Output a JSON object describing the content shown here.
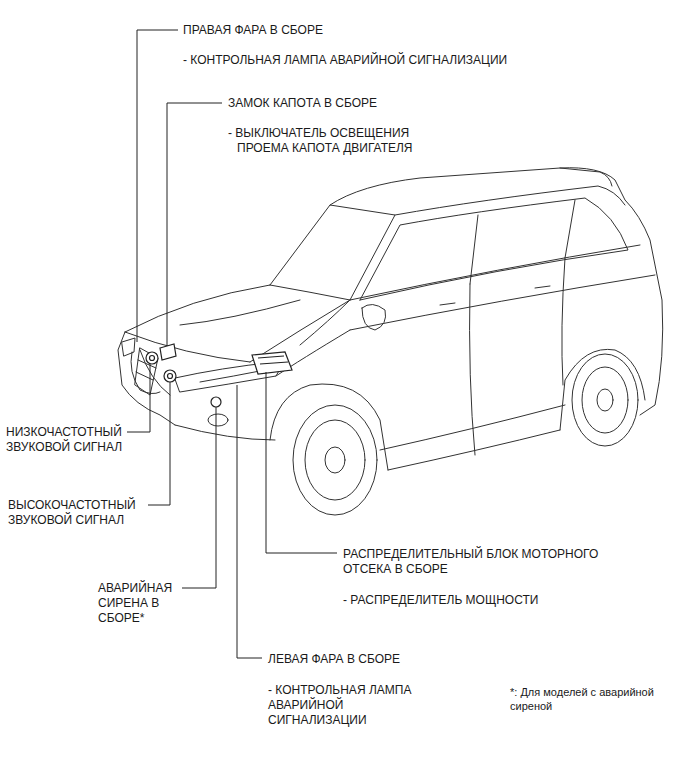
{
  "diagram": {
    "labels": [
      "ПРАВАЯ ФАРА В СБОРЕ",
      "- КОНТРОЛЬНАЯ ЛАМПА АВАРИЙНОЙ СИГНАЛИЗАЦИИ",
      "ЗАМОК КАПОТА В СБОРЕ",
      "- ВЫКЛЮЧАТЕЛЬ ОСВЕЩЕНИЯ ПРОЕМА КАПОТА ДВИГАТЕЛЯ",
      "НИЗКОЧАСТОТНЫЙ ЗВУКОВОЙ СИГНАЛ",
      "ВЫСОКОЧАСТОТНЫЙ ЗВУКОВОЙ СИГНАЛ",
      "АВАРИЙНАЯ СИРЕНА В СБОРЕ*",
      "РАСПРЕДЕЛИТЕЛЬНЫЙ БЛОК МОТОРНОГО ОТСЕКА В СБОРЕ",
      "- РАСПРЕДЕЛИТЕЛЬ МОЩНОСТИ",
      "ЛЕВАЯ ФАРА В СБОРЕ",
      "- КОНТРОЛЬНАЯ ЛАМПА АВАРИЙНОЙ СИГНАЛИЗАЦИИ",
      "*: Для моделей с аварийной сиреной"
    ]
  }
}
